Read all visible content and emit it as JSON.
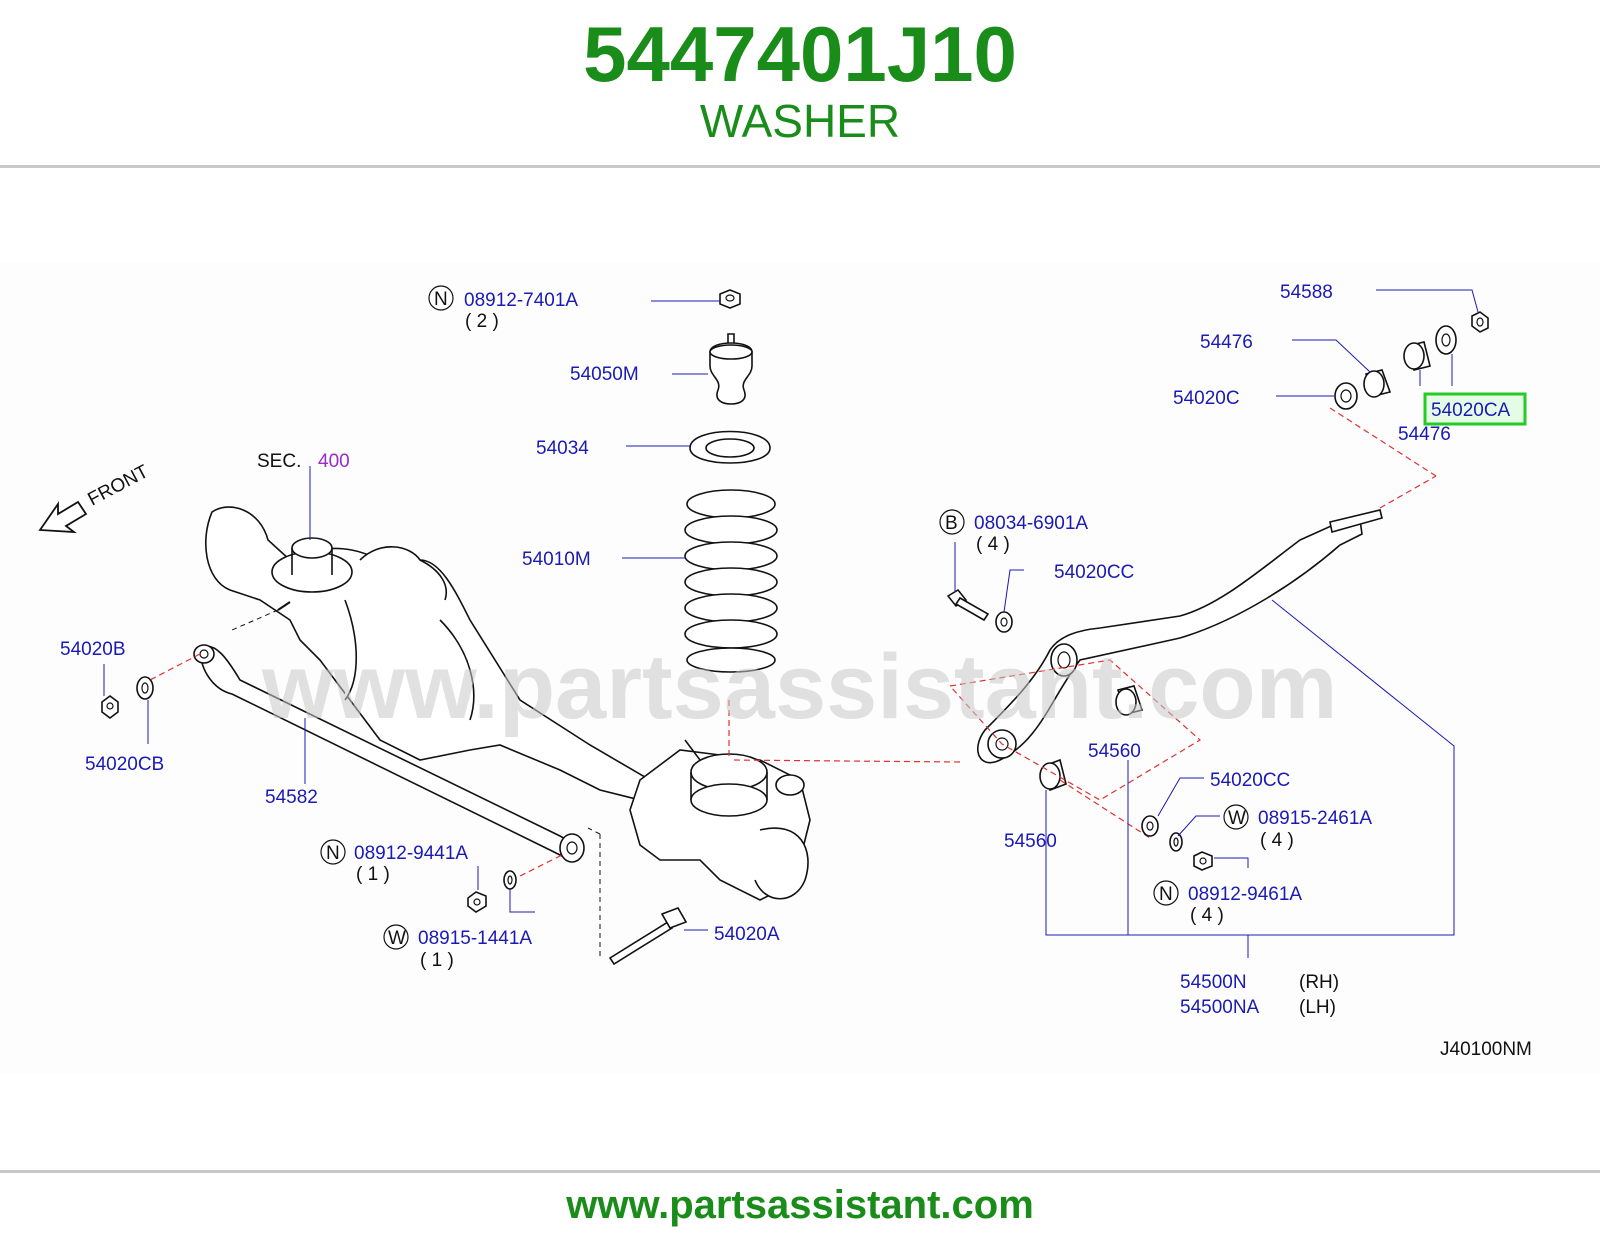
{
  "header": {
    "part_number": "5447401J10",
    "part_name": "WASHER"
  },
  "diagram": {
    "watermark": "www.partsassistant.com",
    "front_label": "FRONT",
    "sec_label": "SEC.",
    "sec_number": "400",
    "diagram_code": "J40100NM",
    "highlighted_part": "54020CA",
    "callouts": {
      "n_08912_7401a": {
        "symbol": "N",
        "code": "08912-7401A",
        "qty": "( 2 )"
      },
      "p_54050m": "54050M",
      "p_54034": "54034",
      "p_54010m": "54010M",
      "p_54020b": "54020B",
      "p_54020cb": "54020CB",
      "p_54582": "54582",
      "n_08912_9441a": {
        "symbol": "N",
        "code": "08912-9441A",
        "qty": "( 1 )"
      },
      "w_08915_1441a": {
        "symbol": "W",
        "code": "08915-1441A",
        "qty": "( 1 )"
      },
      "p_54020a": "54020A",
      "p_54588": "54588",
      "p_54476_a": "54476",
      "p_54476_b": "54476",
      "p_54020c": "54020C",
      "p_54020ca": "54020CA",
      "b_08034_6901a": {
        "symbol": "B",
        "code": "08034-6901A",
        "qty": "( 4 )"
      },
      "p_54020cc_a": "54020CC",
      "p_54020cc_b": "54020CC",
      "p_54560_a": "54560",
      "p_54560_b": "54560",
      "w_08915_2461a": {
        "symbol": "W",
        "code": "08915-2461A",
        "qty": "( 4 )"
      },
      "n_08912_9461a": {
        "symbol": "N",
        "code": "08912-9461A",
        "qty": "( 4 )"
      },
      "p_54500n": {
        "code": "54500N",
        "side": "(RH)"
      },
      "p_54500na": {
        "code": "54500NA",
        "side": "(LH)"
      }
    }
  },
  "footer": {
    "url": "www.partsassistant.com"
  },
  "colors": {
    "brand_green": "#1a8c1a",
    "callout_blue": "#1a1ab4",
    "highlight_green": "#22cc22",
    "sec_purple": "#9b2bc9",
    "guide_red": "#e03030"
  }
}
